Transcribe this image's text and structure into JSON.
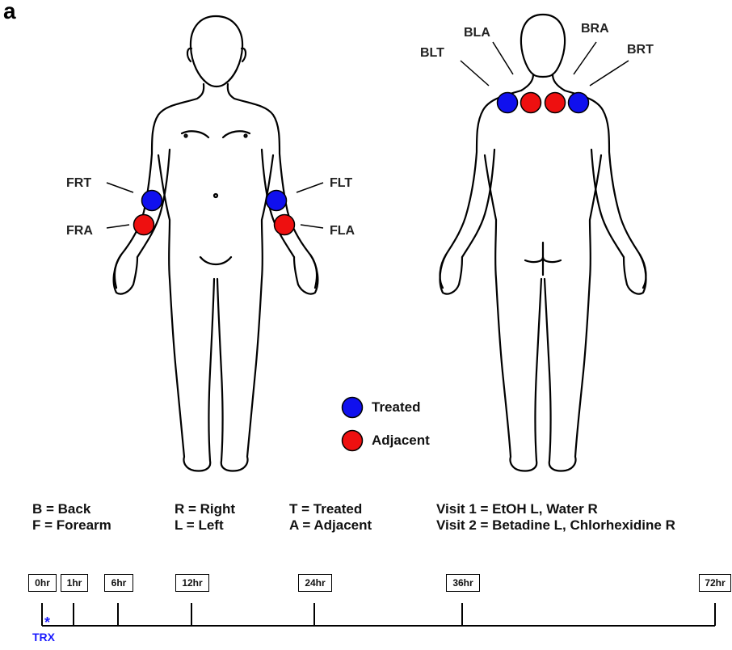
{
  "panel_label": "a",
  "sites": {
    "front": [
      {
        "label": "FRT",
        "type": "treated"
      },
      {
        "label": "FRA",
        "type": "adjacent"
      },
      {
        "label": "FLT",
        "type": "treated"
      },
      {
        "label": "FLA",
        "type": "adjacent"
      }
    ],
    "back": [
      {
        "label": "BLT",
        "type": "treated"
      },
      {
        "label": "BLA",
        "type": "adjacent"
      },
      {
        "label": "BRA",
        "type": "adjacent"
      },
      {
        "label": "BRT",
        "type": "treated"
      }
    ]
  },
  "legend": {
    "treated": "Treated",
    "adjacent": "Adjacent"
  },
  "colors": {
    "treated": "#1010ee",
    "adjacent": "#ee1010",
    "trx": "#1a1aff"
  },
  "abbreviations": [
    [
      "B = Back",
      "F = Forearm"
    ],
    [
      "R = Right",
      "L = Left"
    ],
    [
      "T = Treated",
      "A = Adjacent"
    ],
    [
      "Visit 1 = EtOH L, Water R",
      "Visit 2 = Betadine L, Chlorhexidine R"
    ]
  ],
  "timeline": {
    "points": [
      "0hr",
      "1hr",
      "6hr",
      "12hr",
      "24hr",
      "36hr",
      "72hr"
    ],
    "marker_symbol": "*",
    "marker_label": "TRX"
  }
}
